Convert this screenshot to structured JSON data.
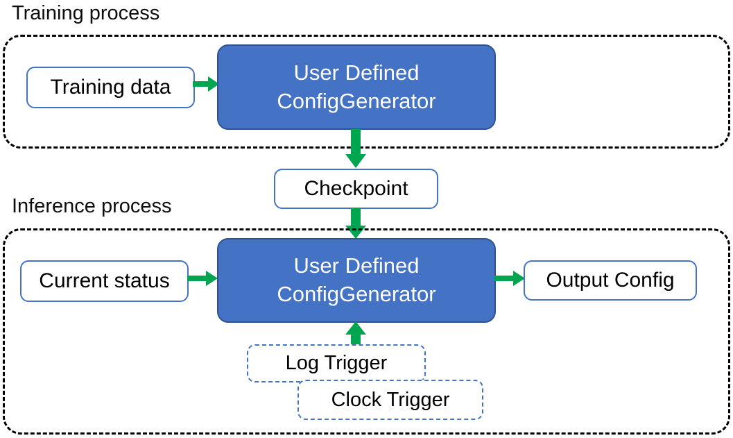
{
  "diagram": {
    "title_training": "Training process",
    "title_inference": "Inference process",
    "colors": {
      "process_fill": "#4472C4",
      "process_border": "#2F528F",
      "node_border": "#4472C4",
      "arrow": "#00A550",
      "group_border": "#000000",
      "text_dark": "#000000",
      "text_light": "#FFFFFF",
      "background": "#FFFFFF"
    }
  },
  "training": {
    "caption": "Training process",
    "input_node": {
      "label": "Training data"
    },
    "process_node": {
      "line1": "User Defined",
      "line2": "ConfigGenerator"
    }
  },
  "checkpoint": {
    "label": "Checkpoint"
  },
  "inference": {
    "caption": "Inference process",
    "input_node": {
      "label": "Current status"
    },
    "process_node": {
      "line1": "User Defined",
      "line2": "ConfigGenerator"
    },
    "output_node": {
      "label": "Output Config"
    },
    "triggers": [
      {
        "label": "Log Trigger"
      },
      {
        "label": "Clock Trigger"
      }
    ]
  },
  "arrows": [
    {
      "name": "training-data-to-process",
      "direction": "right"
    },
    {
      "name": "process-to-checkpoint",
      "direction": "down"
    },
    {
      "name": "checkpoint-to-process",
      "direction": "down"
    },
    {
      "name": "current-status-to-process",
      "direction": "right"
    },
    {
      "name": "process-to-output-config",
      "direction": "right"
    },
    {
      "name": "triggers-to-process",
      "direction": "up"
    }
  ]
}
